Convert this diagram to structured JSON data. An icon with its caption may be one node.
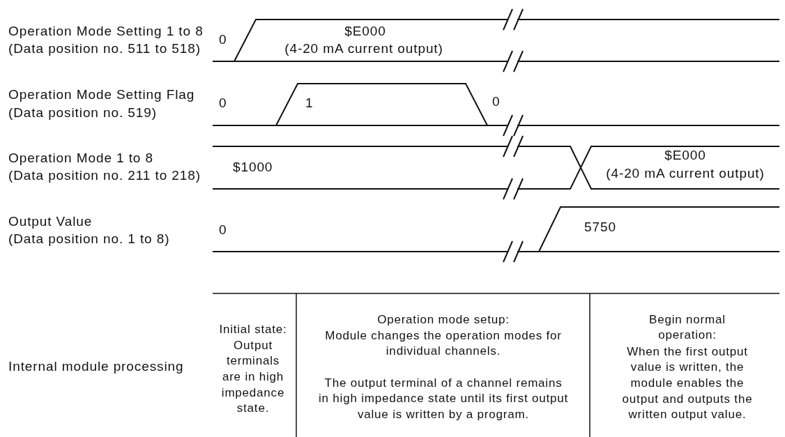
{
  "diagram": {
    "labels": [
      "Operation Mode Setting 1 to 8",
      "(Data position no. 511 to 518)",
      "0",
      "$E000",
      "(4-20 mA current output)",
      "Operation Mode Setting Flag",
      "(Data position no. 519)",
      "0",
      "1",
      "0",
      "Operation Mode 1 to 8",
      "(Data position no. 211 to 218)",
      "$1000",
      "$E000",
      "(4-20 mA current output)",
      "Output Value",
      "(Data position no. 1 to 8)",
      "0",
      "5750",
      "Internal module processing",
      "Initial state:",
      "Output terminals are in high impedance state.",
      "Operation mode setup:",
      "Module changes the operation modes for individual channels.",
      "The output terminal of a channel remains in high impedance state until its first output value is written by a program.",
      "Begin normal operation:",
      "When the first output value is written, the module enables the output and outputs the written output value."
    ]
  }
}
